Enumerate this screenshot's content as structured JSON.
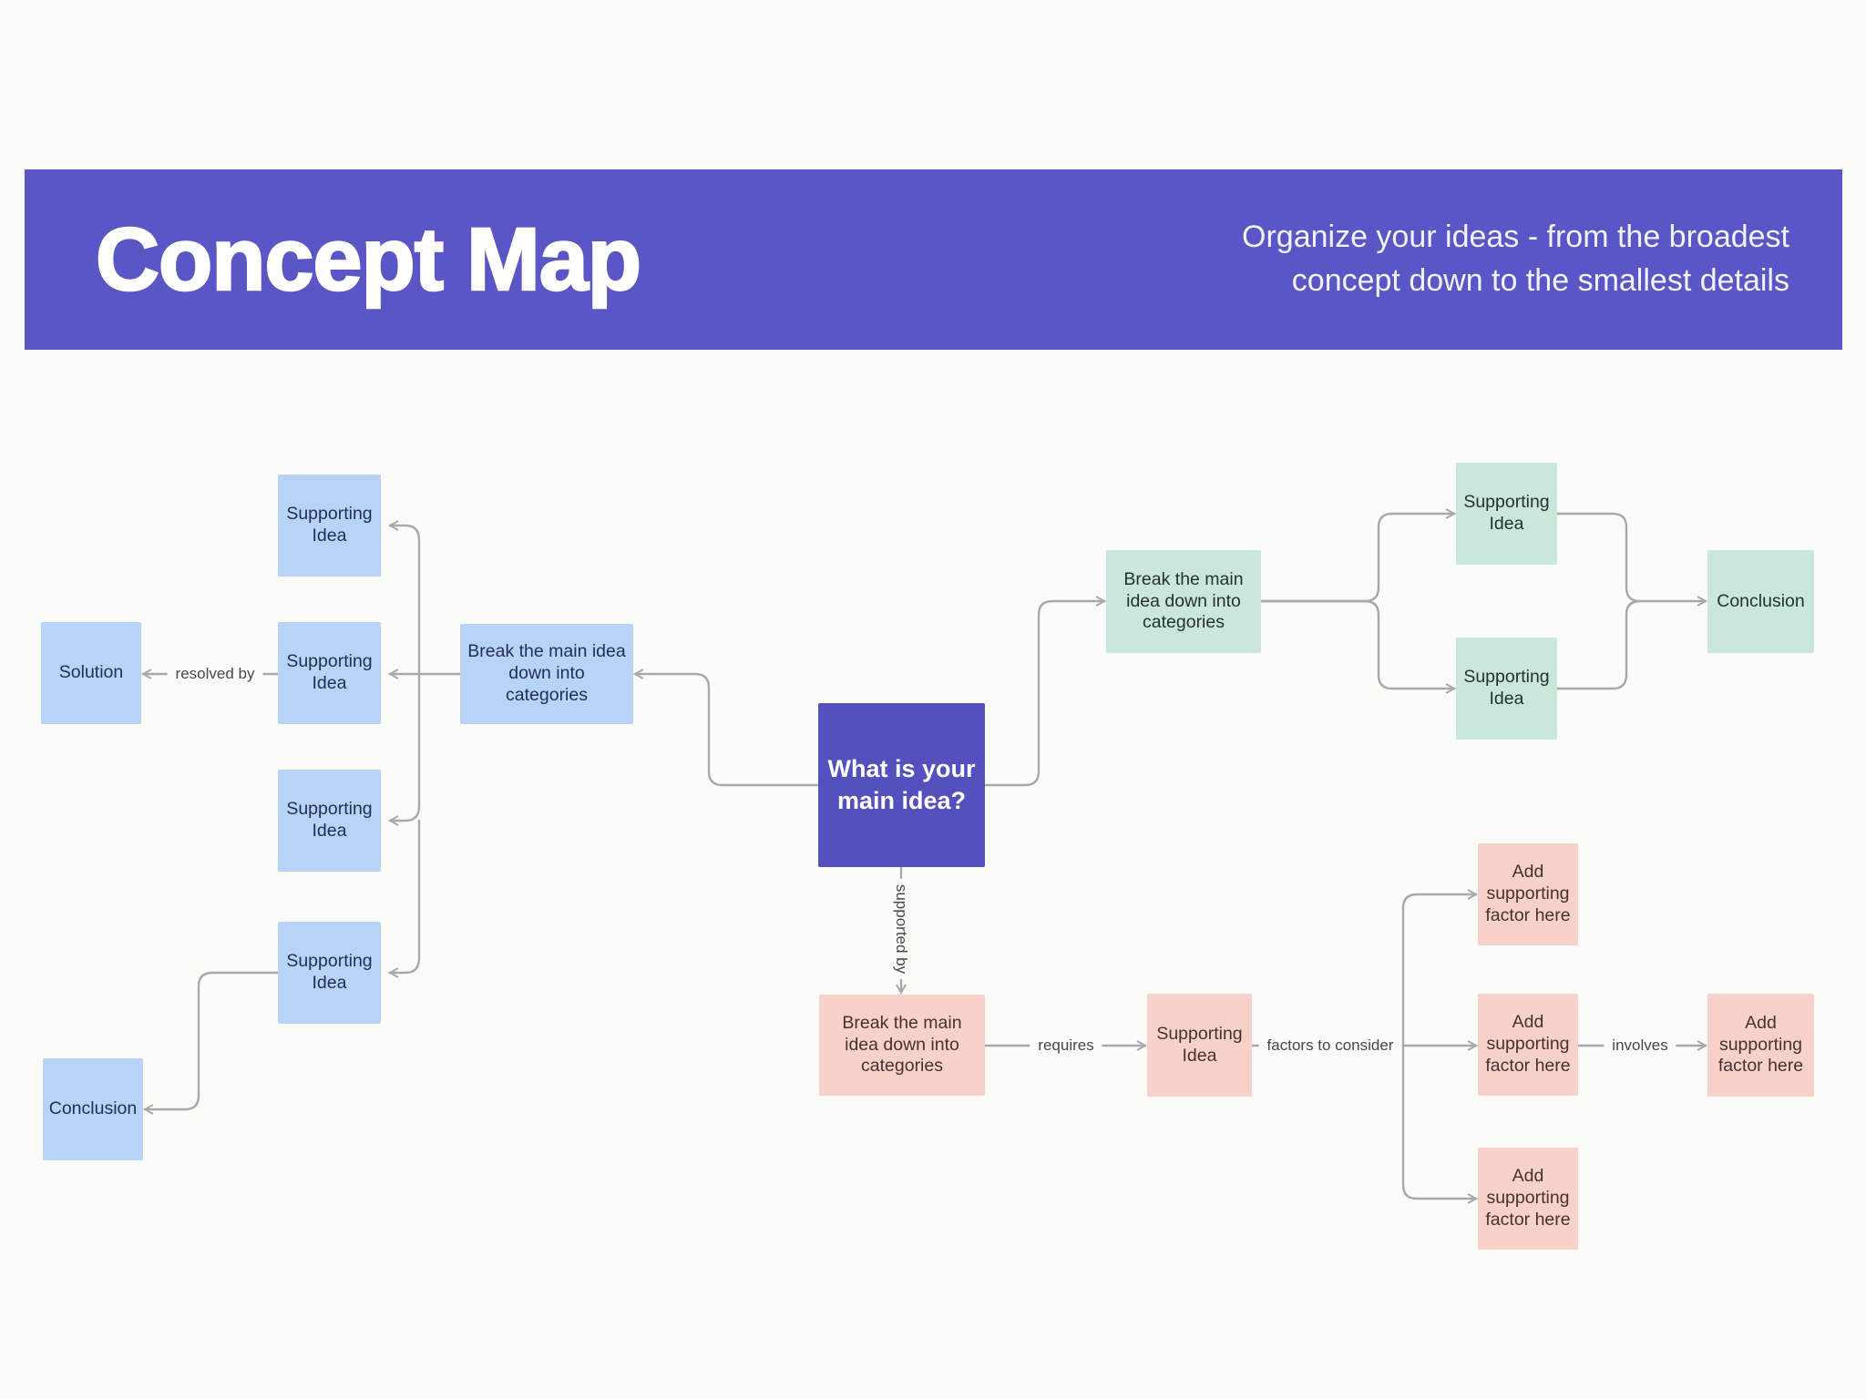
{
  "header": {
    "title": "Concept Map",
    "subtitle": "Organize your ideas - from the broadest concept down to the smallest details"
  },
  "nodes": {
    "solution": {
      "label": "Solution"
    },
    "si_left_1": {
      "label": "Supporting Idea"
    },
    "si_left_2": {
      "label": "Supporting Idea"
    },
    "si_left_3": {
      "label": "Supporting Idea"
    },
    "si_left_4": {
      "label": "Supporting Idea"
    },
    "conclusion_left": {
      "label": "Conclusion"
    },
    "break_left": {
      "label": "Break the main idea down into categories"
    },
    "main": {
      "label": "What is your main idea?"
    },
    "break_right": {
      "label": "Break the main idea down into categories"
    },
    "si_right_top": {
      "label": "Supporting Idea"
    },
    "si_right_bottom": {
      "label": "Supporting Idea"
    },
    "conclusion_right": {
      "label": "Conclusion"
    },
    "break_bottom": {
      "label": "Break the main idea down into categories"
    },
    "si_bottom": {
      "label": "Supporting Idea"
    },
    "factor_top": {
      "label": "Add supporting factor here"
    },
    "factor_mid": {
      "label": "Add supporting factor here"
    },
    "factor_bottom": {
      "label": "Add supporting factor here"
    },
    "factor_right": {
      "label": "Add supporting factor here"
    }
  },
  "edge_labels": {
    "resolved_by": "resolved by",
    "supported_by": "supported by",
    "requires": "requires",
    "factors_to_consider": "factors to consider",
    "involves": "involves"
  },
  "colors": {
    "canvas": "#FBFBF8",
    "header_bg": "#5A56C5",
    "main_node": "#5450BE",
    "blue": "#B7D3F7",
    "mint": "#C9E8DA",
    "pink": "#F9D1CB",
    "connector": "#A6AAB0"
  }
}
